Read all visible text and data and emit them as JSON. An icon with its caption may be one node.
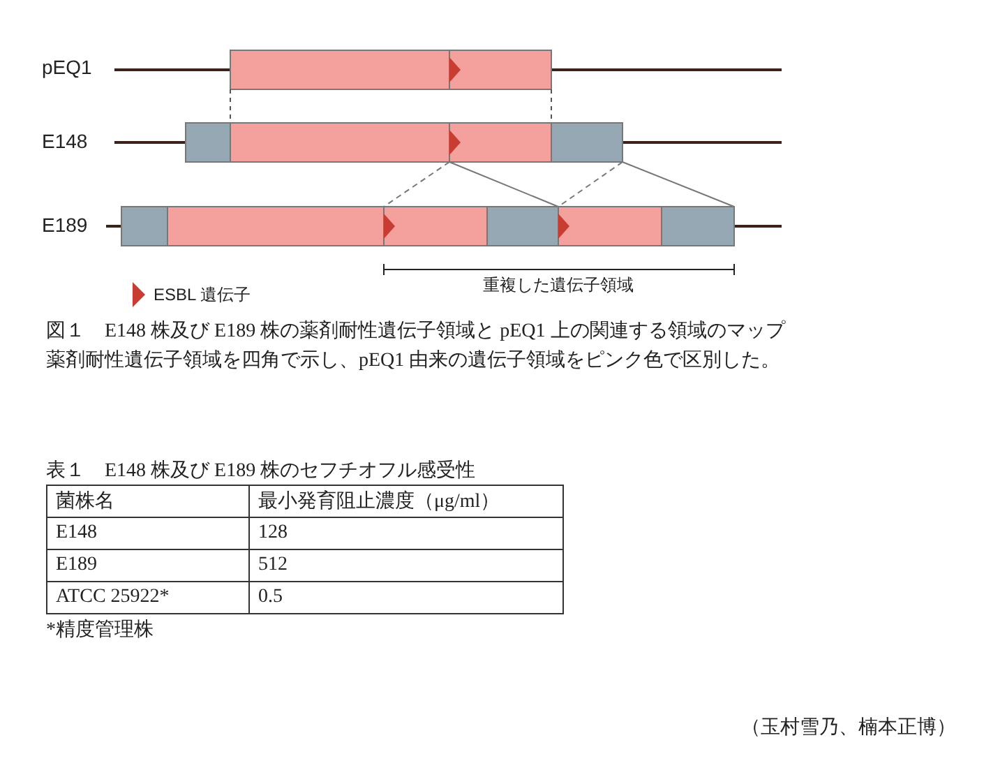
{
  "diagram": {
    "caption": "図１　E148 株及び E189 株の薬剤耐性遺伝子領域と pEQ1 上の関連する領域のマップ",
    "labels": [
      "pEQ1",
      "E148",
      "E189",
      "重複した遺伝子領域",
      "薬剤耐性遺伝子領域を四角で示し、pEQ1 由来の遺伝子領域をピンク色で区別した。",
      "表１　E148 株及び E189 株のセフチオフル感受性",
      "菌株名",
      "最小発育阻止濃度（μg/ml）",
      "E148",
      "128",
      "E189",
      "512",
      "ATCC 25922*",
      "0.5",
      "*精度管理株",
      "（玉村雪乃、楠本正博）"
    ],
    "legend": [
      {
        "text": "ESBL 遺伝子"
      }
    ]
  }
}
